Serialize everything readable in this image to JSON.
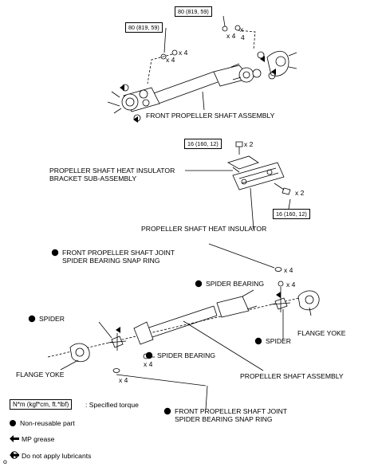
{
  "assembly_view": {
    "front_propeller_shaft_assembly": "FRONT PROPELLER SHAFT ASSEMBLY",
    "torque_left": "80 (819, 59)",
    "torque_right": "80 (819, 59)",
    "qty_left": "x 4",
    "qty_right_a": "x 4",
    "qty_right_b": "x",
    "qty_right_c": "4"
  },
  "insulator_view": {
    "torque_top": "16 (160, 12)",
    "torque_bottom": "16 (160, 12)",
    "qty_top": "x 2",
    "qty_bottom": "x 2",
    "bracket_label_line1": "PROPELLER SHAFT HEAT INSULATOR",
    "bracket_label_line2": "BRACKET SUB-ASSEMBLY",
    "insulator_label": "PROPELLER SHAFT HEAT INSULATOR"
  },
  "exploded_view": {
    "snap_ring_top_line1": "FRONT PROPELLER SHAFT JOINT",
    "snap_ring_top_line2": "SPIDER BEARING SNAP RING",
    "qty_snap_top": "x 4",
    "spider_bearing_top": "SPIDER BEARING",
    "qty_bearing_top": "x 4",
    "spider_left": "SPIDER",
    "spider_right": "SPIDER",
    "flange_yoke_right": "FLANGE YOKE",
    "flange_yoke_left": "FLANGE YOKE",
    "spider_bearing_bottom": "SPIDER BEARING",
    "qty_bearing_bottom": "x 4",
    "qty_snap_bottom": "x 4",
    "propeller_shaft_assembly": "PROPELLER SHAFT ASSEMBLY",
    "snap_ring_bottom_line1": "FRONT PROPELLER SHAFT JOINT",
    "snap_ring_bottom_line2": "SPIDER BEARING SNAP RING"
  },
  "legend": {
    "torque_unit": "N*m (kgf*cm, ft.*lbf)",
    "torque_desc": ": Specified torque",
    "non_reusable": "Non-reusable part",
    "mp_grease": "MP grease",
    "no_lubricant": "Do not apply lubricants"
  },
  "page_marker": "o"
}
